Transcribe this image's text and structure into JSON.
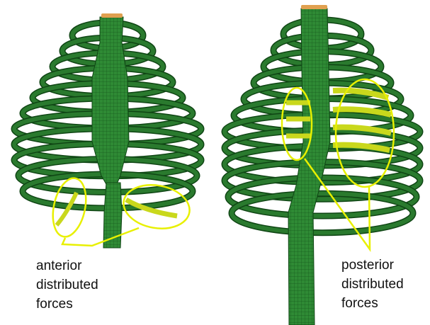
{
  "colors": {
    "rib": "#2a7a2e",
    "rib_dark": "#0f4514",
    "spine": "#2f8a35",
    "highlight": "#e8f000",
    "loaded_rib": "#c9d81c",
    "cap": "#e0a050"
  },
  "labels": {
    "anterior": [
      "anterior",
      "distributed",
      "forces"
    ],
    "posterior": [
      "posterior",
      "distributed",
      "forces"
    ]
  }
}
